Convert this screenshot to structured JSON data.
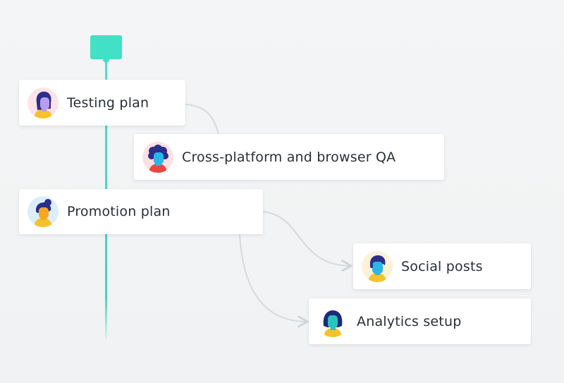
{
  "timeline": {
    "accent_color": "#42e0c5"
  },
  "tasks": [
    {
      "label": "Testing plan",
      "avatar": "avatar-purple-hair-person-icon"
    },
    {
      "label": "Cross-platform and browser QA",
      "avatar": "avatar-curly-hair-person-icon"
    },
    {
      "label": "Promotion plan",
      "avatar": "avatar-bun-hair-person-icon"
    },
    {
      "label": "Social posts",
      "avatar": "avatar-short-hair-person-icon"
    },
    {
      "label": "Analytics setup",
      "avatar": "avatar-bob-hair-person-icon"
    }
  ]
}
